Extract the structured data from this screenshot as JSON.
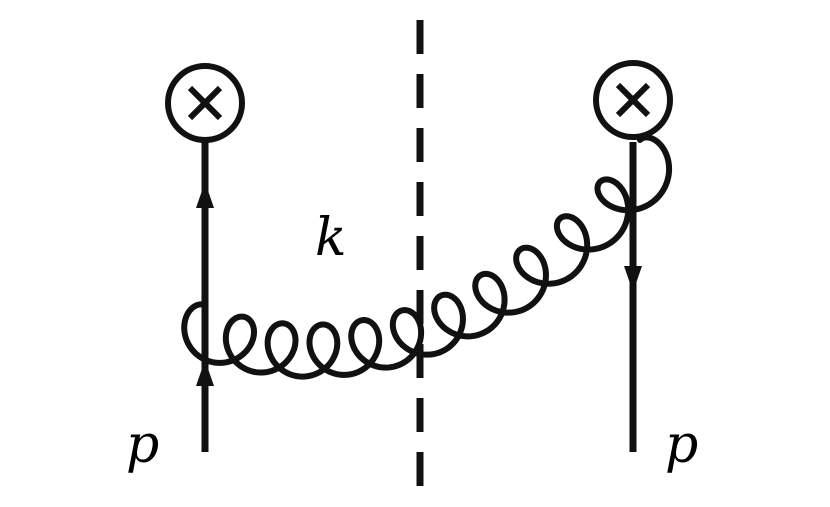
{
  "diagram": {
    "labels": {
      "left_momentum": "p",
      "right_momentum": "p",
      "gluon_momentum": "k"
    },
    "vertices": {
      "left_symbol": "⊗",
      "right_symbol": "⊗"
    },
    "colors": {
      "line": "#111111",
      "background": "#ffffff"
    },
    "icons": {
      "vertex": "circled-times-icon",
      "arrow": "arrowhead-icon"
    }
  }
}
